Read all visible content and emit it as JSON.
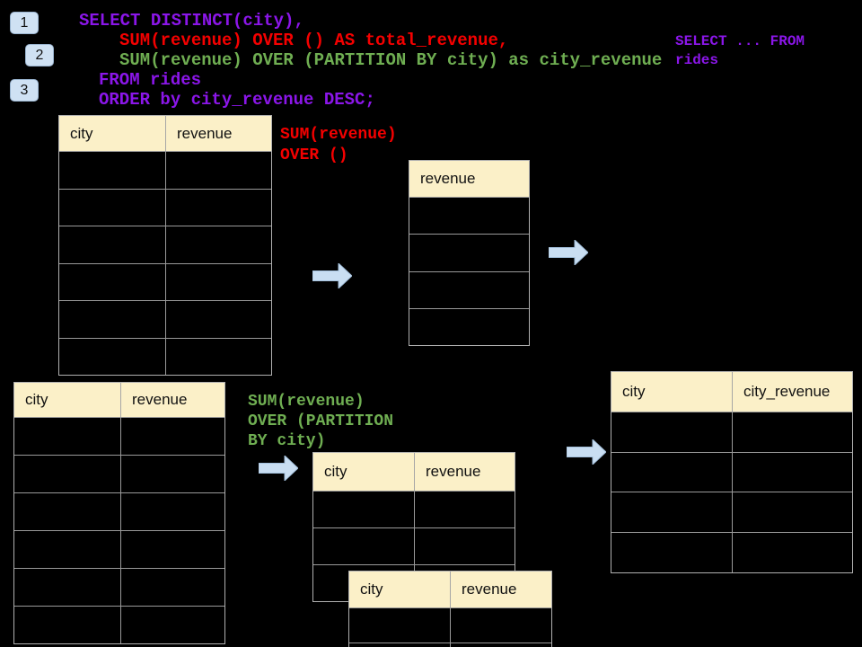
{
  "colors": {
    "background": "#000000",
    "sql_purple": "#8b16e9",
    "sql_red": "#f40000",
    "sql_green": "#6fae52",
    "table_header_bg": "#fbf0c8",
    "table_border": "#a6a6a6",
    "badge_bg": "#cfe1f3",
    "arrow_fill": "#c9def2"
  },
  "step_badges": [
    {
      "label": "1"
    },
    {
      "label": "2"
    },
    {
      "label": "3"
    }
  ],
  "sql_code": {
    "lines": [
      {
        "text": "SELECT DISTINCT(city),",
        "color": "purple"
      },
      {
        "text": "SUM(revenue) OVER () AS total_revenue,",
        "color": "red"
      },
      {
        "text": "SUM(revenue) OVER (PARTITION BY city) as city_revenue",
        "color": "green"
      },
      {
        "text": "FROM rides",
        "color": "purple"
      },
      {
        "text": "ORDER by city_revenue DESC;",
        "color": "purple"
      }
    ]
  },
  "from_note": {
    "lines": [
      "SELECT ... FROM",
      "rides"
    ]
  },
  "annotations": {
    "total_revenue": {
      "lines": [
        "SUM(revenue)",
        "OVER ()"
      ]
    },
    "partition": {
      "lines": [
        "SUM(revenue)",
        "OVER (PARTITION",
        "BY city)"
      ]
    }
  },
  "tables": {
    "source_top": {
      "headers": [
        "city",
        "revenue"
      ],
      "empty_rows": 6
    },
    "total_result": {
      "headers": [
        "revenue"
      ],
      "empty_rows": 4
    },
    "source_bottom": {
      "headers": [
        "city",
        "revenue"
      ],
      "empty_rows": 6
    },
    "partition_step": {
      "headers": [
        "city",
        "revenue"
      ],
      "empty_rows": 3
    },
    "partition_step_overlay": {
      "headers": [
        "city",
        "revenue"
      ],
      "empty_rows": 2
    },
    "partition_result": {
      "headers": [
        "city",
        "city_revenue"
      ],
      "empty_rows": 4
    }
  }
}
